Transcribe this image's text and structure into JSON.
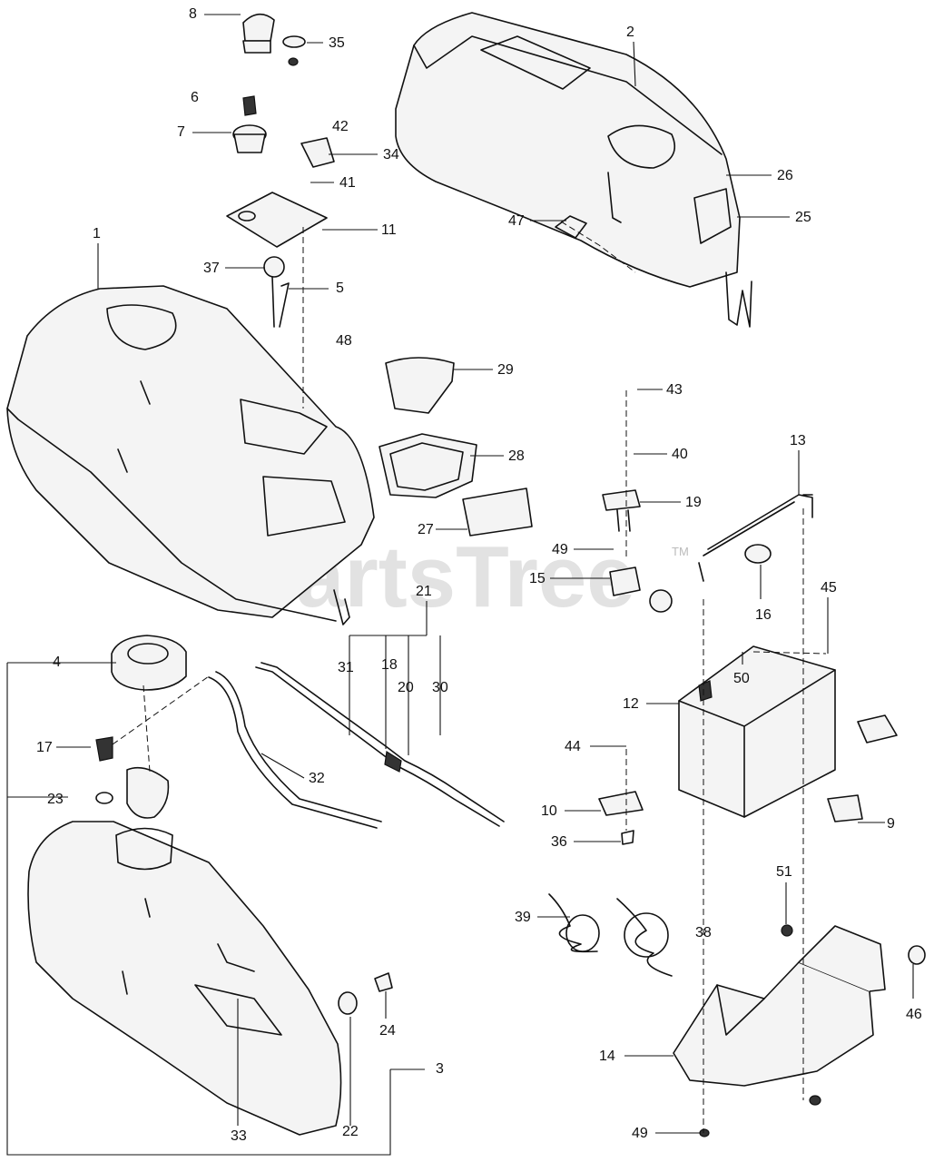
{
  "watermark": "PartsTree",
  "trademark": "TM",
  "callouts": [
    "1",
    "2",
    "3",
    "4",
    "5",
    "6",
    "7",
    "8",
    "9",
    "10",
    "11",
    "12",
    "13",
    "14",
    "15",
    "16",
    "17",
    "18",
    "19",
    "20",
    "21",
    "22",
    "23",
    "24",
    "25",
    "26",
    "27",
    "28",
    "29",
    "30",
    "31",
    "32",
    "33",
    "34",
    "35",
    "36",
    "37",
    "38",
    "39",
    "40",
    "41",
    "42",
    "43",
    "44",
    "45",
    "46",
    "47",
    "48",
    "49",
    "49",
    "49",
    "50",
    "51"
  ]
}
